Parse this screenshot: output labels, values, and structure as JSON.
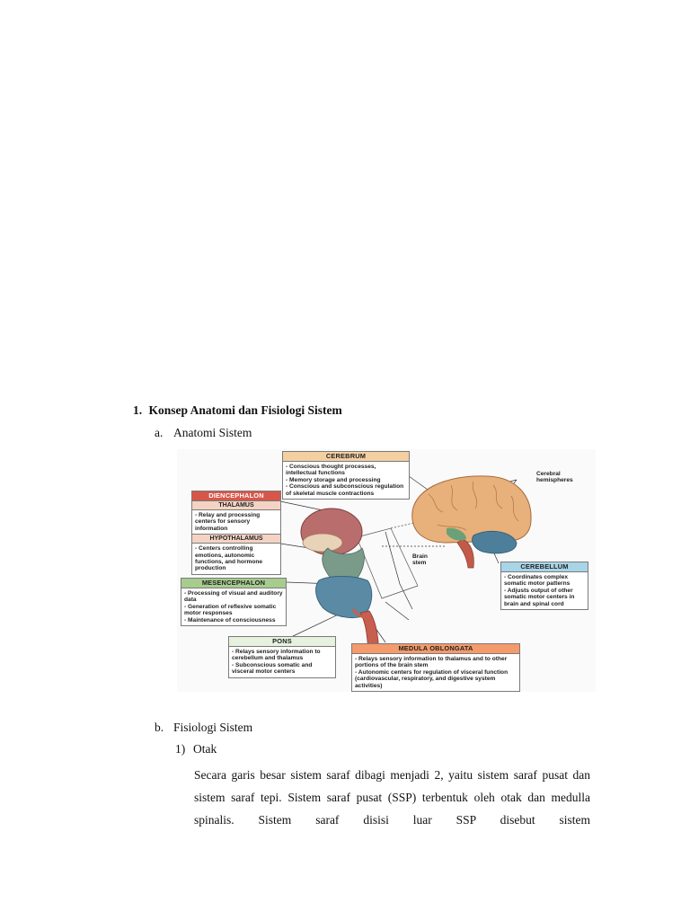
{
  "section": {
    "number": "1.",
    "title": "Konsep Anatomi dan Fisiologi Sistem"
  },
  "sub_a": {
    "marker": "a.",
    "label": "Anatomi Sistem"
  },
  "figure": {
    "cerebrum": {
      "title": "CEREBRUM",
      "items": [
        "- Conscious thought processes, intellectual functions",
        "- Memory storage and processing",
        "- Conscious and subconscious regulation of skeletal muscle contractions"
      ]
    },
    "diencephalon": {
      "title": "DIENCEPHALON",
      "thalamus": {
        "title": "THALAMUS",
        "items": [
          "- Relay and processing centers for sensory information"
        ]
      },
      "hypothalamus": {
        "title": "HYPOTHALAMUS",
        "items": [
          "- Centers controlling emotions, autonomic functions, and hormone production"
        ]
      }
    },
    "mesencephalon": {
      "title": "MESENCEPHALON",
      "items": [
        "- Processing of visual and auditory data",
        "- Generation of reflexive somatic motor responses",
        "- Maintenance of consciousness"
      ]
    },
    "pons": {
      "title": "PONS",
      "items": [
        "- Relays sensory information to cerebellum and thalamus",
        "- Subconscious somatic and visceral motor centers"
      ]
    },
    "medulla": {
      "title": "MEDULA OBLONGATA",
      "items": [
        "- Relays sensory information to thalamus and to other portions of the brain stem",
        "- Autonomic centers for regulation of visceral function (cardiovascular, respiratory, and digestive system activities)"
      ]
    },
    "cerebellum": {
      "title": "CEREBELLUM",
      "items": [
        "- Coordinates complex somatic motor patterns",
        "- Adjusts output of other somatic motor centers in brain and spinal cord"
      ]
    },
    "labels": {
      "cerebral_hemispheres": "Cerebral hemispheres",
      "brain_stem": "Brain stem"
    }
  },
  "sub_b": {
    "marker": "b.",
    "label": "Fisiologi Sistem"
  },
  "sub_1": {
    "marker": "1)",
    "label": "Otak"
  },
  "paragraph": "Secara garis besar sistem saraf dibagi menjadi 2, yaitu sistem saraf pusat dan sistem saraf tepi. Sistem saraf pusat (SSP) terbentuk oleh otak dan medulla spinalis. Sistem saraf disisi luar SSP disebut sistem"
}
